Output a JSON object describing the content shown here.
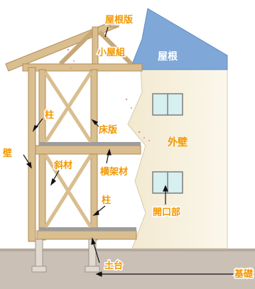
{
  "labels": {
    "yane_ita": "屋根版",
    "koya_gumi": "小屋組",
    "yane": "屋根",
    "hashira_upper": "柱",
    "yuka_ita": "床版",
    "kabe": "壁",
    "gaiheki": "外壁",
    "shazai": "斜材",
    "yoko_kazai": "横架材",
    "hashira_lower": "柱",
    "kaikoubu": "開口部",
    "dodai": "土台",
    "kiso": "基礎"
  },
  "colors": {
    "label_orange": "#F39800",
    "roof_blue": "#7FA8D8",
    "wall_cream": "#F7F1DF",
    "timber": "#D9BE8F",
    "timber_dark": "#B48A55",
    "ground": "#CBC0B6"
  }
}
